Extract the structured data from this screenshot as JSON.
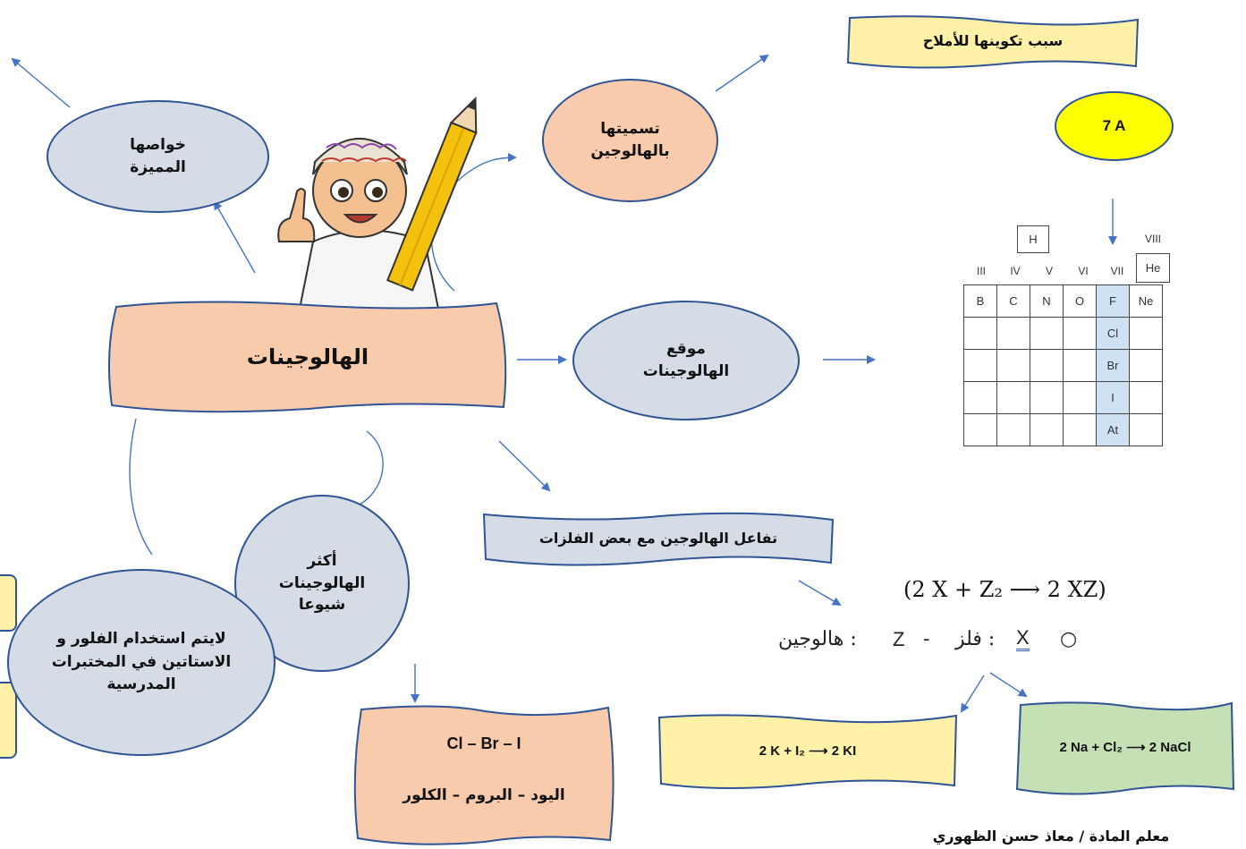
{
  "main_topic": "الهالوجينات",
  "nodes": {
    "properties": "خواصها المميزة",
    "naming": "تسميتها بالهالوجين",
    "location": "موقع الهالوجينات",
    "most_common": "أكثر الهالوجينات شيوعا",
    "not_used": "لايتم استخدام الفلور و الاستاتين في المختبرات المدرسية",
    "salts_reason": "سبب تكوينها للأملاح",
    "group": "7 A",
    "reaction_title": "تفاعل الهالوجين مع بعض الفلزات"
  },
  "common_halogens": {
    "symbols": "Cl – Br – I",
    "names": "اليود – البروم – الكلور"
  },
  "equation": {
    "general": "(2 X + Z₂ ⟶ 2 XZ)",
    "legend_x": "X",
    "legend_x_meaning": ": فلز",
    "legend_sep": "-",
    "legend_z": "Z",
    "legend_z_meaning": ": هالوجين",
    "bullet": "○"
  },
  "examples": {
    "potassium": "2 K + I₂ ⟶ 2 KI",
    "sodium": "2 Na + Cl₂ ⟶ 2 NaCl"
  },
  "periodic_table": {
    "h_label": "H",
    "groups": [
      "III",
      "IV",
      "V",
      "VI",
      "VII",
      "VIII"
    ],
    "he_label": "He",
    "row2": [
      "B",
      "C",
      "N",
      "O",
      "F",
      "Ne"
    ],
    "halogen_column": [
      "Cl",
      "Br",
      "I",
      "At"
    ]
  },
  "credit": "معلم المادة / معاذ حسن الظهوري",
  "colors": {
    "yellow": "#fff2a8",
    "peach": "#f8cbad",
    "grey_blue": "#d6dce5",
    "green": "#c5e0b4",
    "bright_yellow": "#ffff00",
    "arrow_blue": "#4472c4",
    "highlight_blue": "#cfe2f3"
  }
}
